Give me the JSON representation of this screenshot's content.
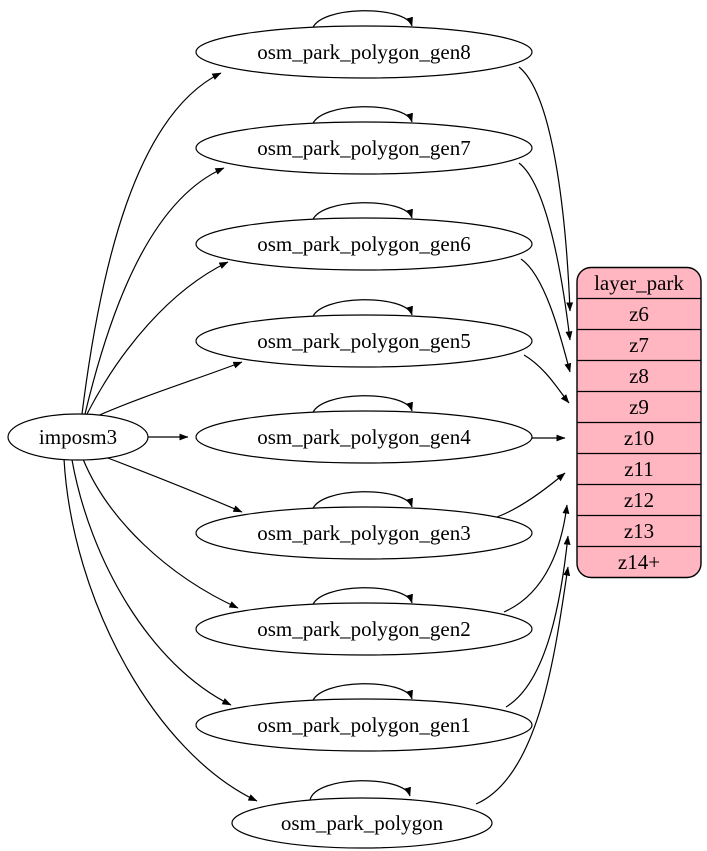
{
  "nodes": {
    "source": {
      "label": "imposm3"
    },
    "tables": [
      {
        "label": "osm_park_polygon_gen8",
        "zoom_row": "z6"
      },
      {
        "label": "osm_park_polygon_gen7",
        "zoom_row": "z7"
      },
      {
        "label": "osm_park_polygon_gen6",
        "zoom_row": "z8"
      },
      {
        "label": "osm_park_polygon_gen5",
        "zoom_row": "z9"
      },
      {
        "label": "osm_park_polygon_gen4",
        "zoom_row": "z10"
      },
      {
        "label": "osm_park_polygon_gen3",
        "zoom_row": "z11"
      },
      {
        "label": "osm_park_polygon_gen2",
        "zoom_row": "z12"
      },
      {
        "label": "osm_park_polygon_gen1",
        "zoom_row": "z13"
      },
      {
        "label": "osm_park_polygon",
        "zoom_row": "z14+"
      }
    ],
    "layer": {
      "title": "layer_park",
      "rows": [
        "z6",
        "z7",
        "z8",
        "z9",
        "z10",
        "z11",
        "z12",
        "z13",
        "z14+"
      ]
    }
  },
  "edges": [
    {
      "from": "imposm3",
      "to": "osm_park_polygon_gen8"
    },
    {
      "from": "imposm3",
      "to": "osm_park_polygon_gen7"
    },
    {
      "from": "imposm3",
      "to": "osm_park_polygon_gen6"
    },
    {
      "from": "imposm3",
      "to": "osm_park_polygon_gen5"
    },
    {
      "from": "imposm3",
      "to": "osm_park_polygon_gen4"
    },
    {
      "from": "imposm3",
      "to": "osm_park_polygon_gen3"
    },
    {
      "from": "imposm3",
      "to": "osm_park_polygon_gen2"
    },
    {
      "from": "imposm3",
      "to": "osm_park_polygon_gen1"
    },
    {
      "from": "imposm3",
      "to": "osm_park_polygon"
    },
    {
      "from": "osm_park_polygon_gen8",
      "to": "osm_park_polygon_gen8"
    },
    {
      "from": "osm_park_polygon_gen7",
      "to": "osm_park_polygon_gen7"
    },
    {
      "from": "osm_park_polygon_gen6",
      "to": "osm_park_polygon_gen6"
    },
    {
      "from": "osm_park_polygon_gen5",
      "to": "osm_park_polygon_gen5"
    },
    {
      "from": "osm_park_polygon_gen4",
      "to": "osm_park_polygon_gen4"
    },
    {
      "from": "osm_park_polygon_gen3",
      "to": "osm_park_polygon_gen3"
    },
    {
      "from": "osm_park_polygon_gen2",
      "to": "osm_park_polygon_gen2"
    },
    {
      "from": "osm_park_polygon_gen1",
      "to": "osm_park_polygon_gen1"
    },
    {
      "from": "osm_park_polygon",
      "to": "osm_park_polygon"
    },
    {
      "from": "osm_park_polygon_gen8",
      "to": "layer_park:z6"
    },
    {
      "from": "osm_park_polygon_gen7",
      "to": "layer_park:z7"
    },
    {
      "from": "osm_park_polygon_gen6",
      "to": "layer_park:z8"
    },
    {
      "from": "osm_park_polygon_gen5",
      "to": "layer_park:z9"
    },
    {
      "from": "osm_park_polygon_gen4",
      "to": "layer_park:z10"
    },
    {
      "from": "osm_park_polygon_gen3",
      "to": "layer_park:z11"
    },
    {
      "from": "osm_park_polygon_gen2",
      "to": "layer_park:z12"
    },
    {
      "from": "osm_park_polygon_gen1",
      "to": "layer_park:z13"
    },
    {
      "from": "osm_park_polygon",
      "to": "layer_park:z14+"
    }
  ],
  "colors": {
    "layer_fill": "#ffb6c1",
    "node_fill": "#ffffff",
    "stroke": "#000000",
    "background": "#ffffff"
  }
}
